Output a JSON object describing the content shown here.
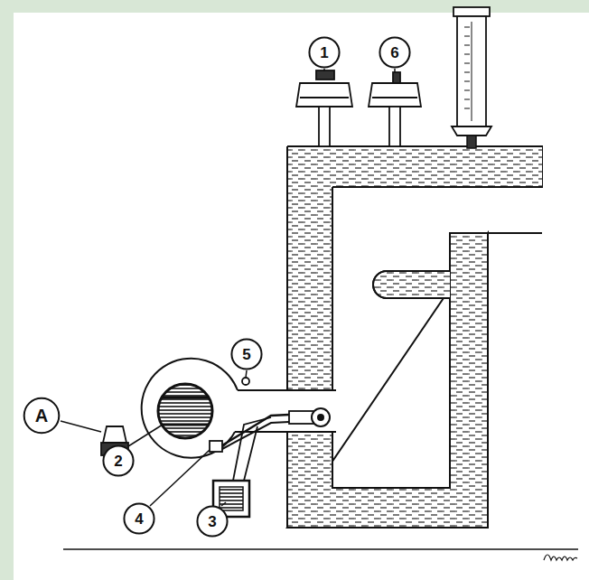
{
  "diagram": {
    "nodes": [
      {
        "text": [
          "1"
        ]
      },
      {
        "text": [
          "6"
        ]
      },
      {
        "text": [
          "5"
        ]
      },
      {
        "text": [
          "A"
        ]
      },
      {
        "text": [
          "2"
        ]
      },
      {
        "text": [
          "4"
        ]
      },
      {
        "text": [
          "3"
        ]
      }
    ]
  }
}
